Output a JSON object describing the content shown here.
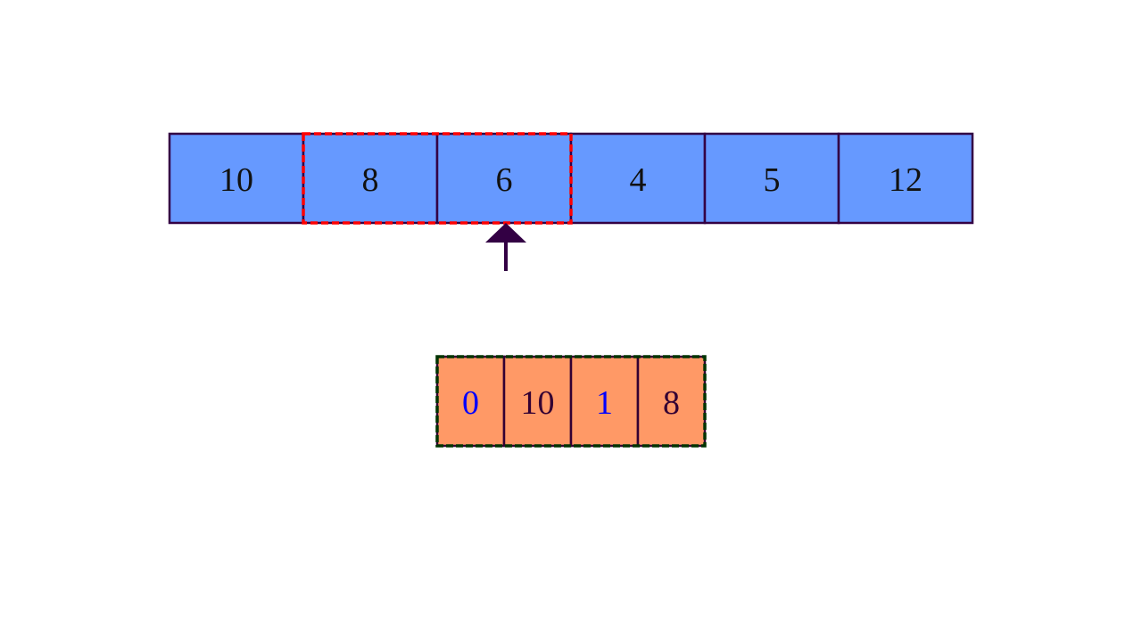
{
  "array": {
    "cells": [
      "10",
      "8",
      "6",
      "4",
      "5",
      "12"
    ],
    "window": {
      "start_index": 1,
      "end_index": 2
    },
    "pointer_index": 2,
    "fill_color": "#6699ff",
    "border_color": "#330044",
    "window_color": "#ff0000"
  },
  "deque": {
    "cells": [
      {
        "text": "0",
        "kind": "index"
      },
      {
        "text": "10",
        "kind": "value"
      },
      {
        "text": "1",
        "kind": "index"
      },
      {
        "text": "8",
        "kind": "value"
      }
    ],
    "fill_color": "#ff9966",
    "border_color": "#330033",
    "outline_color": "#003300",
    "index_text_color": "#0000ff",
    "value_text_color": "#330033"
  },
  "arrow": {
    "icon": "arrow-up-icon",
    "color": "#330044"
  }
}
